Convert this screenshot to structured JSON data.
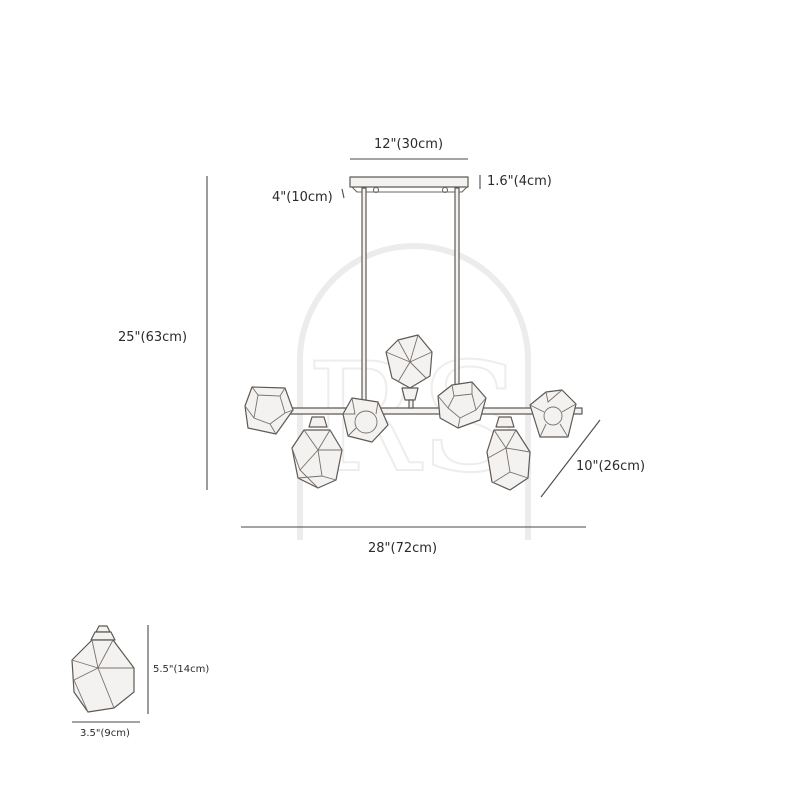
{
  "dimensions": {
    "canopy_width": "12\"(30cm)",
    "canopy_height": "1.6\"(4cm)",
    "canopy_depth": "4\"(10cm)",
    "overall_height": "25\"(63cm)",
    "overall_width": "28\"(72cm)",
    "overall_depth": "10\"(26cm)"
  },
  "shade_detail": {
    "height": "5.5\"(14cm)",
    "width": "3.5\"(9cm)"
  },
  "watermark": "RS"
}
